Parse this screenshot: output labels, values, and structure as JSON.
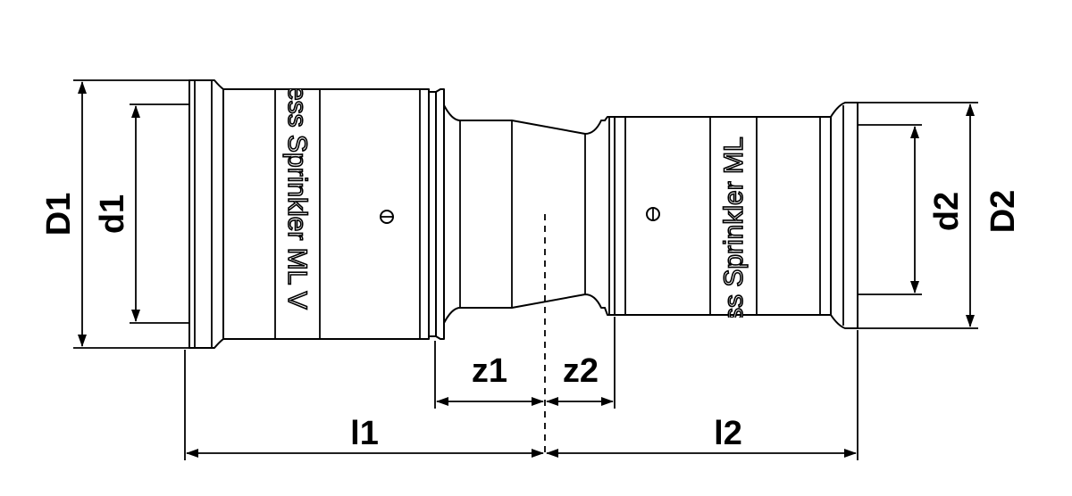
{
  "dimensions": {
    "D1": "D1",
    "d1": "d1",
    "z1": "z1",
    "z2": "z2",
    "l1": "l1",
    "l2": "l2",
    "d2": "d2",
    "D2": "D2"
  },
  "marking_left": "ess Sprinkler ML V",
  "marking_right": "ss Sprinkler ML"
}
